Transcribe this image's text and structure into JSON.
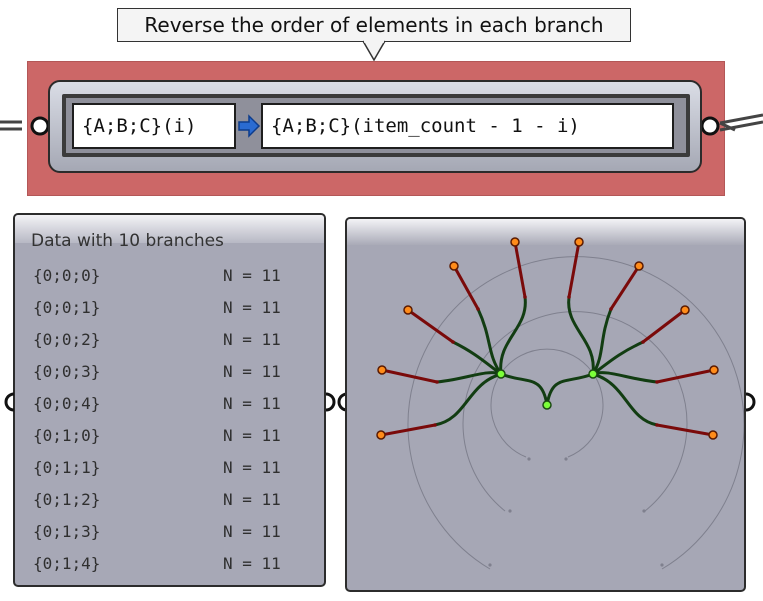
{
  "tooltip": {
    "text": "Reverse the order of elements in each branch"
  },
  "component": {
    "input_expression": "{A;B;C}(i)",
    "output_expression": "{A;B;C}(item_count - 1 - i)"
  },
  "data_panel": {
    "title": "Data with 10 branches",
    "rows": [
      {
        "path": "{0;0;0}",
        "count": "N = 11"
      },
      {
        "path": "{0;0;1}",
        "count": "N = 11"
      },
      {
        "path": "{0;0;2}",
        "count": "N = 11"
      },
      {
        "path": "{0;0;3}",
        "count": "N = 11"
      },
      {
        "path": "{0;0;4}",
        "count": "N = 11"
      },
      {
        "path": "{0;1;0}",
        "count": "N = 11"
      },
      {
        "path": "{0;1;1}",
        "count": "N = 11"
      },
      {
        "path": "{0;1;2}",
        "count": "N = 11"
      },
      {
        "path": "{0;1;3}",
        "count": "N = 11"
      },
      {
        "path": "{0;1;4}",
        "count": "N = 11"
      }
    ]
  },
  "colors": {
    "group_fill": "#cc6767",
    "panel_fill": "#a7a8b6",
    "leaf_node": "#ff8c1a",
    "branch_node": "#7cff3a",
    "red_edge": "#7a0a0a",
    "green_edge": "#0f3d0f"
  },
  "icons": {
    "arrow": "right-arrow-icon"
  }
}
